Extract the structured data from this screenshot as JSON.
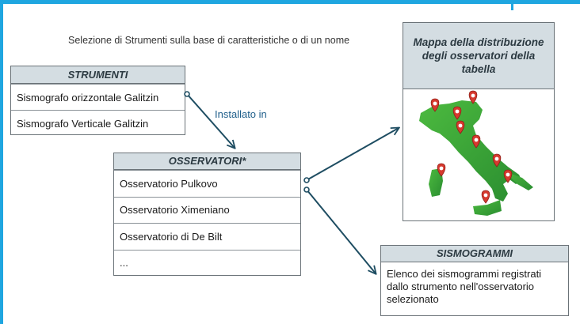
{
  "caption": "Selezione di Strumenti sulla base di caratteristiche o di un nome",
  "strumenti": {
    "title": "STRUMENTI",
    "rows": [
      "Sismografo orizzontale Galitzin",
      "Sismografo Verticale Galitzin"
    ]
  },
  "osservatori": {
    "title": "OSSERVATORI*",
    "rows": [
      "Osservatorio Pulkovo",
      "Osservatorio Ximeniano",
      "Osservatorio di De Bilt",
      "..."
    ]
  },
  "mappa": {
    "title": "Mappa della distribuzione degli osservatori della tabella",
    "map_icon": "italy-map-with-location-pins",
    "pin_count": 9
  },
  "sismogrammi": {
    "title": "SISMOGRAMMI",
    "description": "Elenco dei sismogrammi registrati dallo strumento nell'osservatorio selezionato"
  },
  "edge_label": "Installato in",
  "colors": {
    "frame": "#1fa6e0",
    "header_fill": "#d4dde2",
    "arrow": "#1e4d62",
    "edge_label": "#1f5f8b",
    "map_green": "#3aa83a",
    "pin_red": "#d63a2f"
  }
}
